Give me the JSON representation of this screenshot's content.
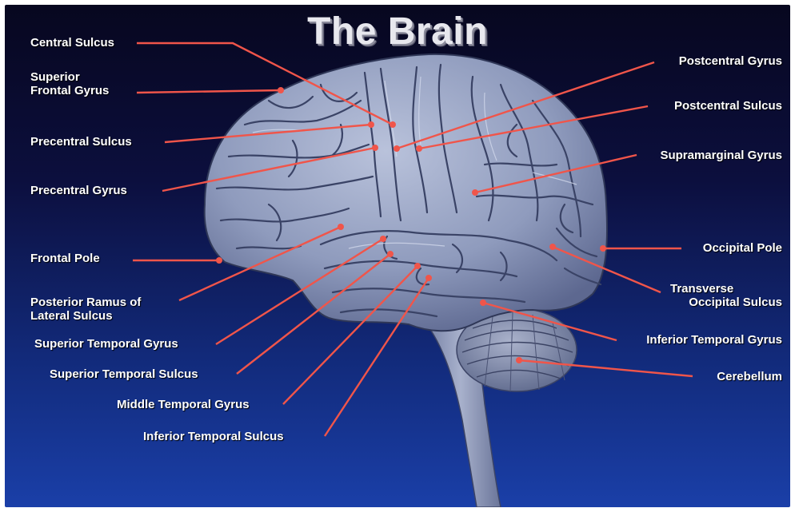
{
  "title": "The Brain",
  "colors": {
    "leader_line": "#f0554a",
    "brain_fill": "#8f9bbd",
    "background_top": "#07071f",
    "background_bottom": "#1a3fa8"
  },
  "labels": {
    "central_sulcus": "Central Sulcus",
    "superior_frontal_gyrus_1": "Superior",
    "superior_frontal_gyrus_2": "Frontal Gyrus",
    "precentral_sulcus": "Precentral Sulcus",
    "precentral_gyrus": "Precentral Gyrus",
    "frontal_pole": "Frontal Pole",
    "posterior_ramus_1": "Posterior Ramus of",
    "posterior_ramus_2": "Lateral Sulcus",
    "superior_temporal_gyrus": "Superior Temporal Gyrus",
    "superior_temporal_sulcus": "Superior Temporal Sulcus",
    "middle_temporal_gyrus": "Middle Temporal Gyrus",
    "inferior_temporal_sulcus": "Inferior Temporal Sulcus",
    "postcentral_gyrus": "Postcentral Gyrus",
    "postcentral_sulcus": "Postcentral Sulcus",
    "supramarginal_gyrus": "Supramarginal Gyrus",
    "occipital_pole": "Occipital Pole",
    "transverse_occipital_sulcus_1": "Transverse",
    "transverse_occipital_sulcus_2": "Occipital Sulcus",
    "inferior_temporal_gyrus": "Inferior Temporal Gyrus",
    "cerebellum": "Cerebellum"
  }
}
